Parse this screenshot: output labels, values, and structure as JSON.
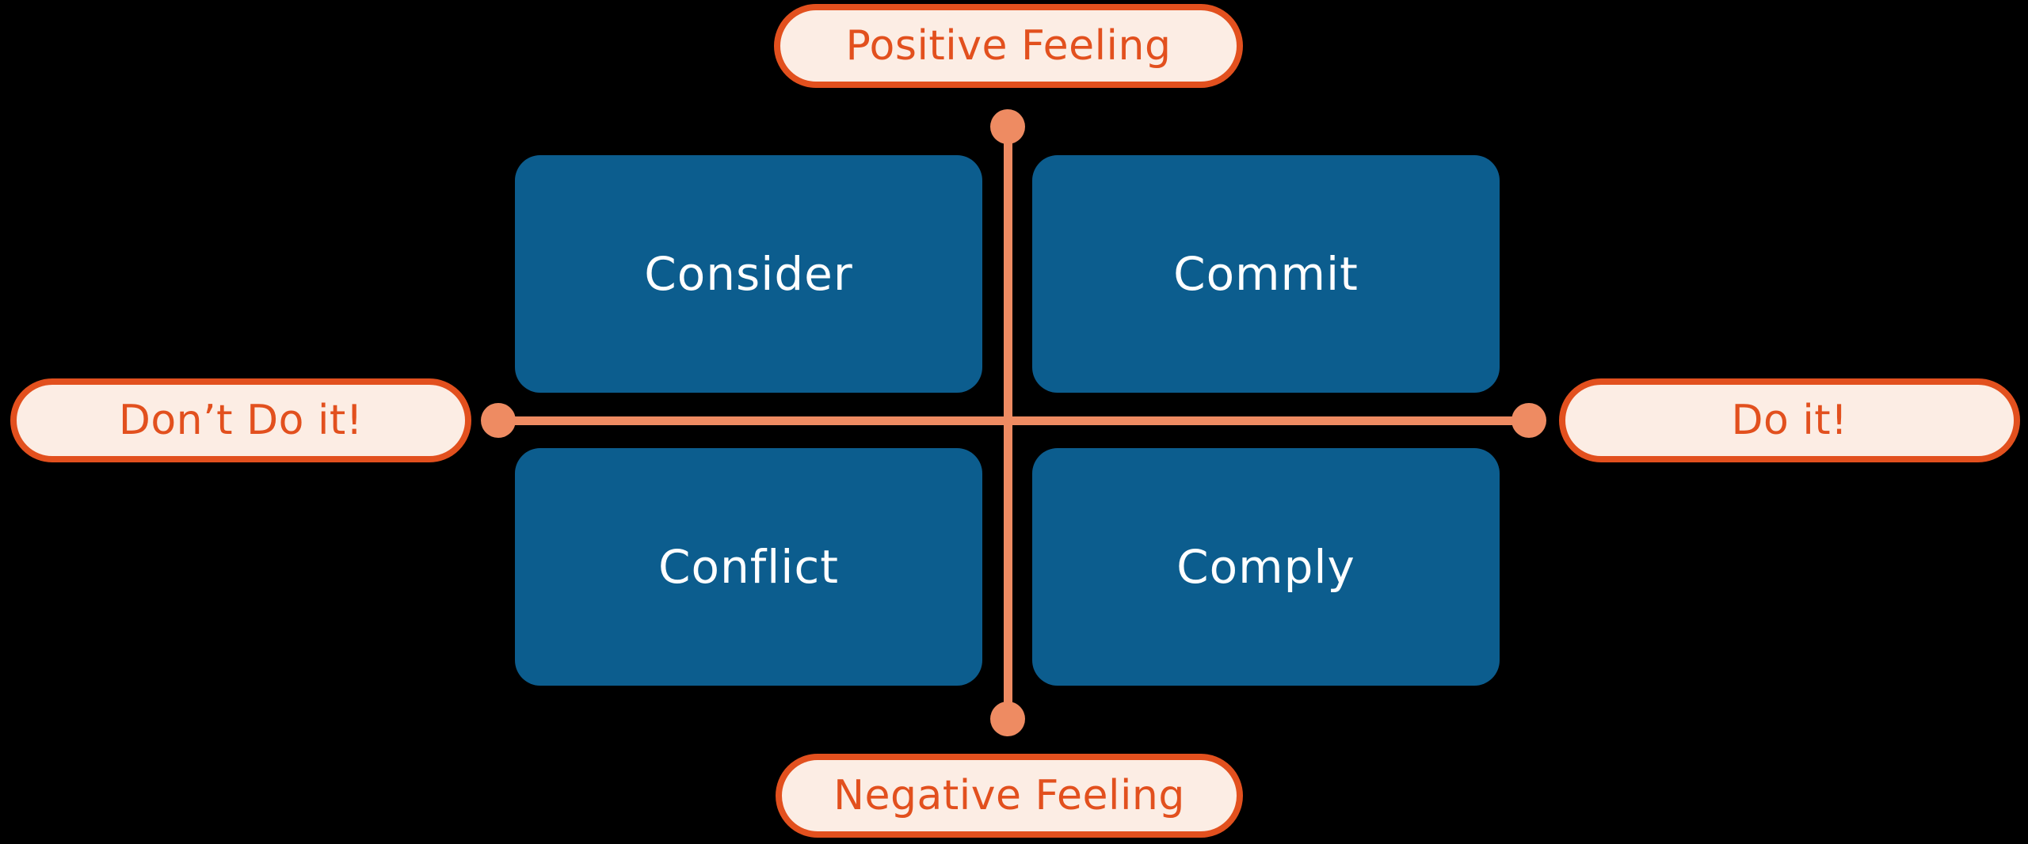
{
  "colors": {
    "background": "#000000",
    "quadrant_fill": "#0C5D8E",
    "quadrant_text": "#FFFFFF",
    "label_fill": "#FCEDE4",
    "label_border": "#E2501E",
    "label_text": "#E2501E",
    "axis": "#EE8B62"
  },
  "quadrants": {
    "top_left": "Consider",
    "top_right": "Commit",
    "bottom_left": "Conflict",
    "bottom_right": "Comply"
  },
  "axis_labels": {
    "top": "Positive Feeling",
    "bottom": "Negative Feeling",
    "left": "Don’t Do it!",
    "right": "Do it!"
  }
}
